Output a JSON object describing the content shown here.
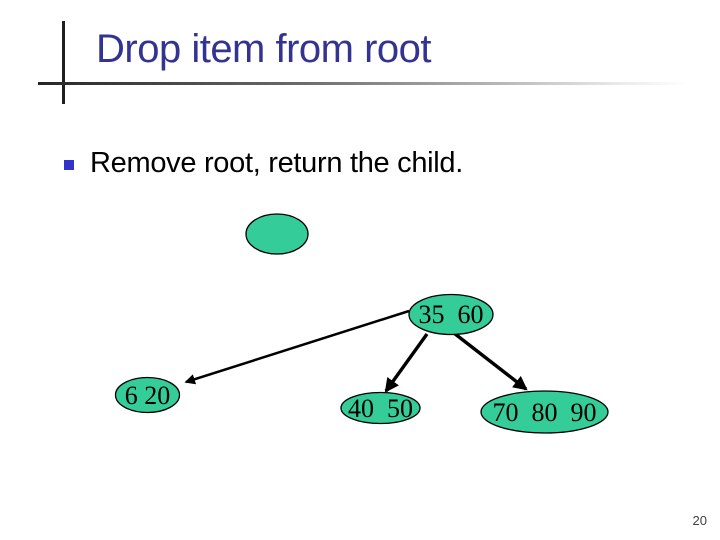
{
  "slide": {
    "title": "Drop item from root",
    "bullet": {
      "marker": "blue-square",
      "text": "Remove root, return the child."
    },
    "page_number": "20"
  },
  "colors": {
    "title_text": "#333391",
    "bullet_marker": "#3333CC",
    "body_text": "#000000",
    "node_fill": "#34CC98",
    "node_border": "#000000",
    "connector": "#000000",
    "page_number": "#404040"
  },
  "tree": {
    "nodes": [
      {
        "name": "empty-node",
        "label": ""
      },
      {
        "name": "root-node",
        "label": "35  60"
      },
      {
        "name": "left-child-node",
        "label": "6 20"
      },
      {
        "name": "middle-child-node",
        "label": "40  50"
      },
      {
        "name": "right-child-node",
        "label": "70  80  90"
      }
    ],
    "edges": [
      {
        "from": "root-node",
        "to": "left-child-node"
      },
      {
        "from": "root-node",
        "to": "middle-child-node"
      },
      {
        "from": "root-node",
        "to": "right-child-node"
      }
    ]
  }
}
